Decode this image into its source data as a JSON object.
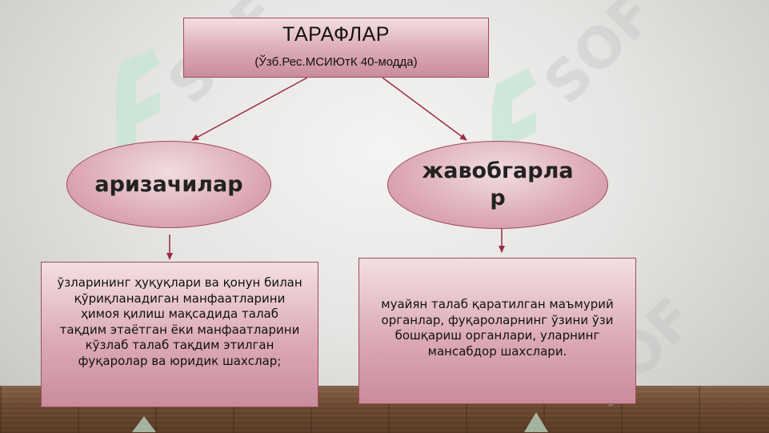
{
  "title": {
    "main": "ТАРАФЛАР",
    "sub": "(Ўзб.Рес.МСИЮтК 40-модда)"
  },
  "nodes": {
    "left": {
      "label": "аризачилар"
    },
    "right": {
      "label": "жавобгарлар"
    }
  },
  "descriptions": {
    "left": "ўзларининг ҳуқуқлари ва қонун билан қўриқланадиган манфаатларини ҳимоя қилиш мақсадида талаб тақдим этаётган ёки манфаатларини кўзлаб талаб тақдим этилган фуқаролар ва юридик шахслар;",
    "right": "муайян талаб қаратилган маъмурий органлар, фуқароларнинг ўзини ўзи бошқариш органлари, уларнинг мансабдор шахслари."
  },
  "watermark": {
    "text": "SOF"
  },
  "colors": {
    "box_fill": "#dcaab6",
    "border": "#a14a5e",
    "arrow": "#9e2a44",
    "watermark_green": "#bfe3cf"
  }
}
